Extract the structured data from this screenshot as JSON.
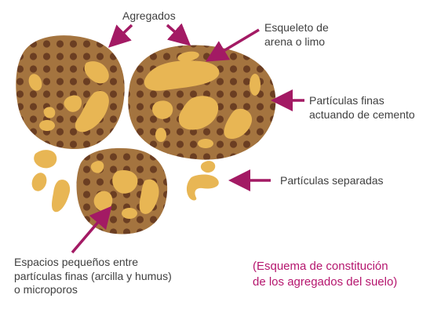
{
  "labels": {
    "agregados": "Agregados",
    "esqueleto_1": "Esqueleto de",
    "esqueleto_2": "arena o limo",
    "finas_1": "Partículas finas",
    "finas_2": "actuando de cemento",
    "separadas": "Partículas separadas",
    "espacios_1": "Espacios pequeños entre",
    "espacios_2": "partículas finas (arcilla y humus)",
    "espacios_3": "o microporos"
  },
  "caption": {
    "line1": "(Esquema de constitución",
    "line2": "de los agregados del suelo)"
  },
  "colors": {
    "aggregate_fill": "#a4743f",
    "fine_particle_dot": "#6b3e22",
    "sand_grain": "#e8b654",
    "arrow": "#a31a64",
    "label_text": "#3f3f3f",
    "caption_text": "#b5166e"
  }
}
